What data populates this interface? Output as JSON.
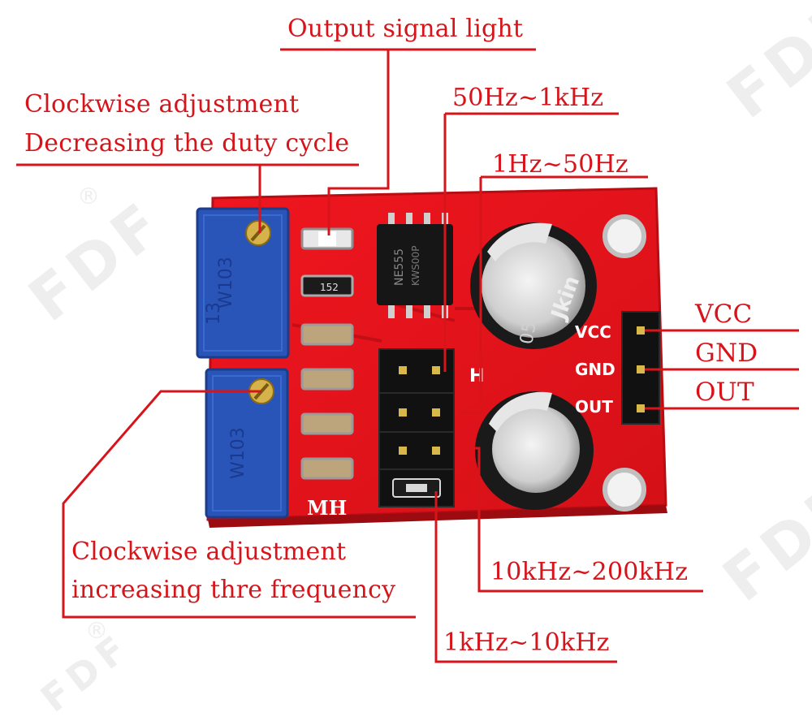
{
  "watermark": "FDF",
  "registered_mark": "®",
  "board": {
    "chip_marking": "NE555",
    "chip_code": "KWS00P",
    "resistor_code": "152",
    "pot_top_code": "W103",
    "pot_bottom_code": "W103",
    "pot_side_code": "13",
    "silk_label": "MH",
    "jumper_mark": "H",
    "cap_marking": "Jkin",
    "cap_voltage": "05",
    "pins": [
      "VCC",
      "GND",
      "OUT"
    ]
  },
  "callouts": {
    "output_light": "Output signal light",
    "duty_line1": "Clockwise adjustment",
    "duty_line2": "Decreasing the duty cycle",
    "range_50hz_1khz": "50Hz~1kHz",
    "range_1hz_50hz": "1Hz~50Hz",
    "pin_vcc": "VCC",
    "pin_gnd": "GND",
    "pin_out": "OUT",
    "freq_line1": "Clockwise adjustment",
    "freq_line2": "increasing thre frequency",
    "range_10khz_200khz": "10kHz~200kHz",
    "range_1khz_10khz": "1kHz~10kHz"
  },
  "colors": {
    "board_red": "#e8131b",
    "board_dark": "#b80d13",
    "callout_red": "#d8141b",
    "pot_blue": "#2a55b8",
    "header_black": "#111111"
  }
}
